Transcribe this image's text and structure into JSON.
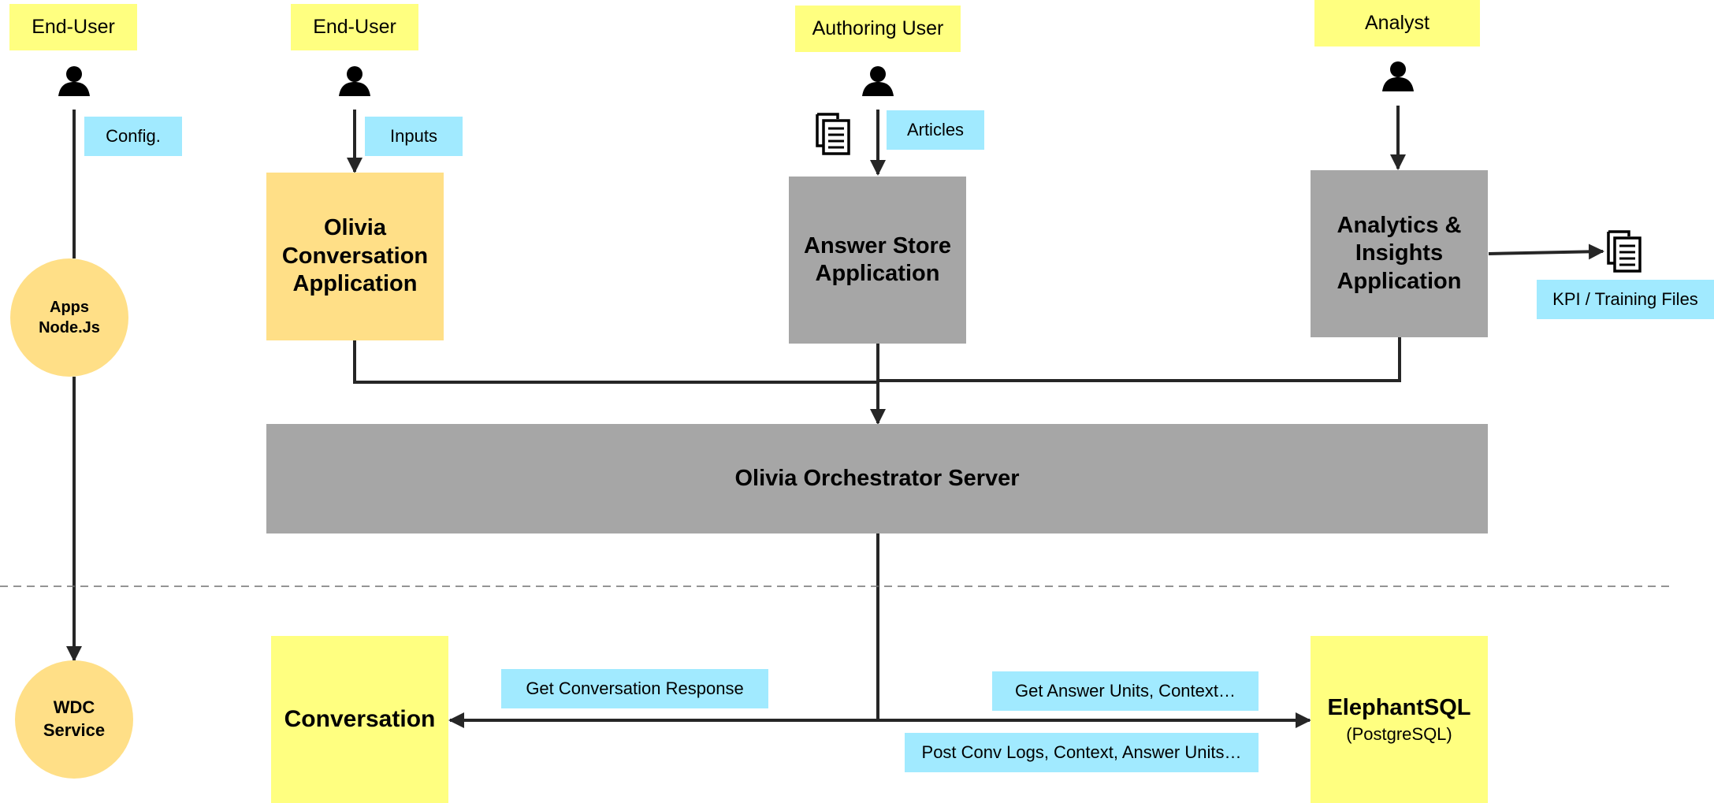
{
  "actors": {
    "end_user_left": "End-User",
    "end_user": "End-User",
    "authoring_user": "Authoring User",
    "analyst": "Analyst"
  },
  "flow_labels": {
    "config": "Config.",
    "inputs": "Inputs",
    "articles": "Articles",
    "kpi_files": "KPI / Training Files",
    "get_conversation": "Get Conversation Response",
    "get_answer_units": "Get Answer Units, Context…",
    "post_logs": "Post Conv Logs, Context, Answer Units…"
  },
  "components": {
    "conversation_app": [
      "Olivia",
      "Conversation",
      "Application"
    ],
    "answer_store": [
      "Answer Store",
      "Application"
    ],
    "analytics": [
      "Analytics &",
      "Insights",
      "Application"
    ],
    "orchestrator": "Olivia Orchestrator Server",
    "conversation": "Conversation",
    "elephantsql_name": "ElephantSQL",
    "elephantsql_sub": "(PostgreSQL)",
    "apps_nodejs": [
      "Apps",
      "Node.Js"
    ],
    "wdc_service": [
      "WDC",
      "Service"
    ]
  },
  "colors": {
    "actor_label": "#ffff80",
    "flow_label": "#a1eaff",
    "conversation_app": "#ffdf87",
    "server_box": "#a6a6a6",
    "storage_box": "#ffff80",
    "line": "#262626"
  }
}
